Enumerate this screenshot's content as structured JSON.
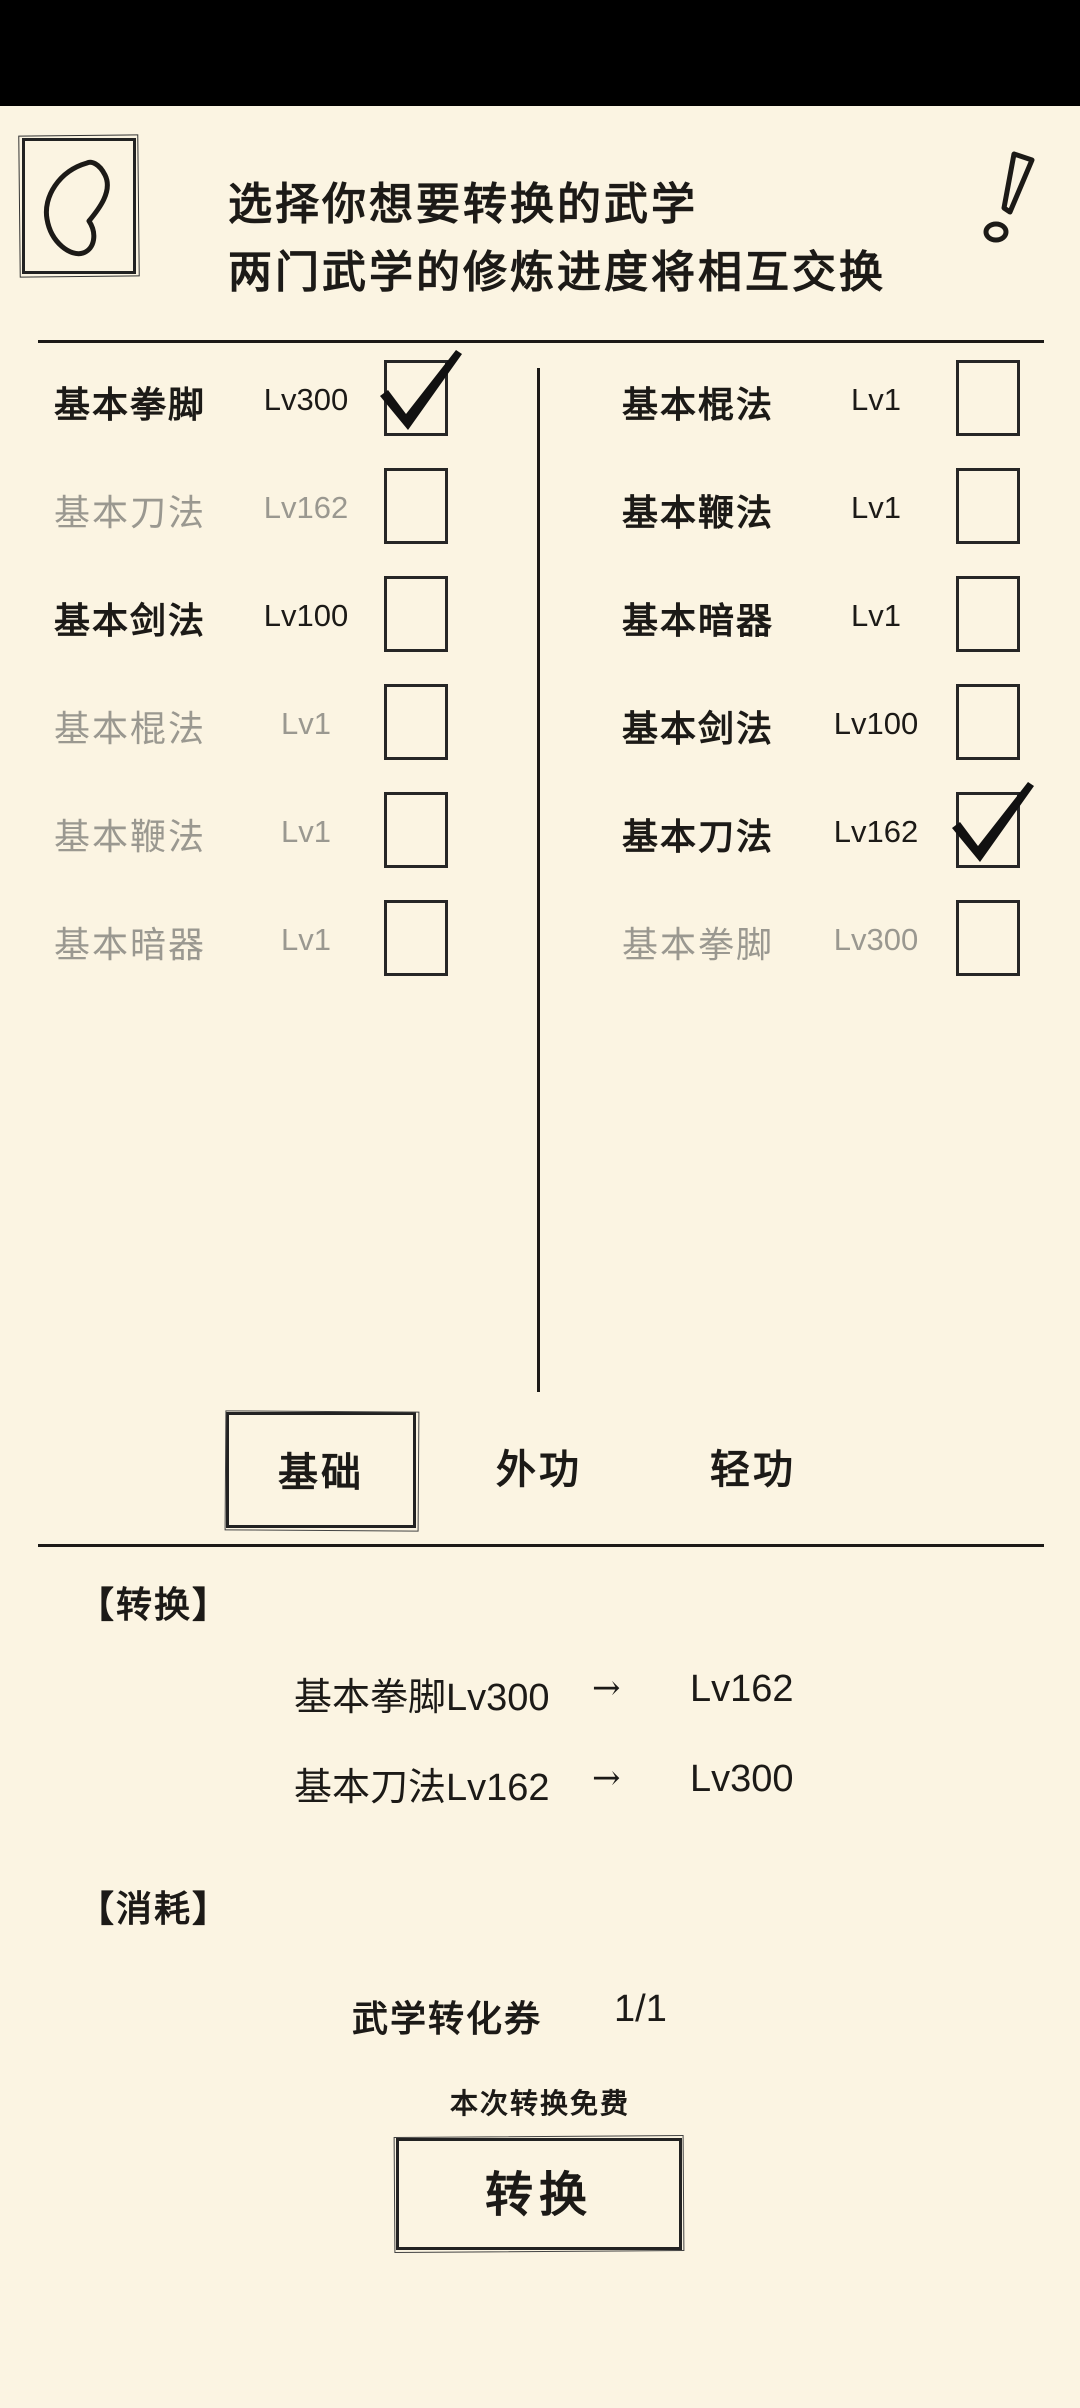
{
  "header": {
    "title_line1": "选择你想要转换的武学",
    "title_line2": "两门武学的修炼进度将相互交换"
  },
  "left_list": [
    {
      "name": "基本拳脚",
      "level": "Lv300",
      "checked": true,
      "dim": false
    },
    {
      "name": "基本刀法",
      "level": "Lv162",
      "checked": false,
      "dim": true
    },
    {
      "name": "基本剑法",
      "level": "Lv100",
      "checked": false,
      "dim": false
    },
    {
      "name": "基本棍法",
      "level": "Lv1",
      "checked": false,
      "dim": true
    },
    {
      "name": "基本鞭法",
      "level": "Lv1",
      "checked": false,
      "dim": true
    },
    {
      "name": "基本暗器",
      "level": "Lv1",
      "checked": false,
      "dim": true
    }
  ],
  "right_list": [
    {
      "name": "基本棍法",
      "level": "Lv1",
      "checked": false,
      "dim": false
    },
    {
      "name": "基本鞭法",
      "level": "Lv1",
      "checked": false,
      "dim": false
    },
    {
      "name": "基本暗器",
      "level": "Lv1",
      "checked": false,
      "dim": false
    },
    {
      "name": "基本剑法",
      "level": "Lv100",
      "checked": false,
      "dim": false
    },
    {
      "name": "基本刀法",
      "level": "Lv162",
      "checked": true,
      "dim": false
    },
    {
      "name": "基本拳脚",
      "level": "Lv300",
      "checked": false,
      "dim": true
    }
  ],
  "tabs": [
    "基础",
    "外功",
    "轻功"
  ],
  "active_tab": "基础",
  "conversion": {
    "section_title": "【转换】",
    "rows": [
      {
        "name": "基本拳脚",
        "from": "Lv300",
        "arrow": "→",
        "to": "Lv162"
      },
      {
        "name": "基本刀法",
        "from": "Lv162",
        "arrow": "→",
        "to": "Lv300"
      }
    ]
  },
  "cost": {
    "section_title": "【消耗】",
    "item_name": "武学转化券",
    "count": "1/1",
    "note": "本次转换免费"
  },
  "convert_button_label": "转换",
  "colors": {
    "background": "#fbf4e2",
    "ink": "#1c1a17",
    "dim_text": "#9a9890"
  }
}
